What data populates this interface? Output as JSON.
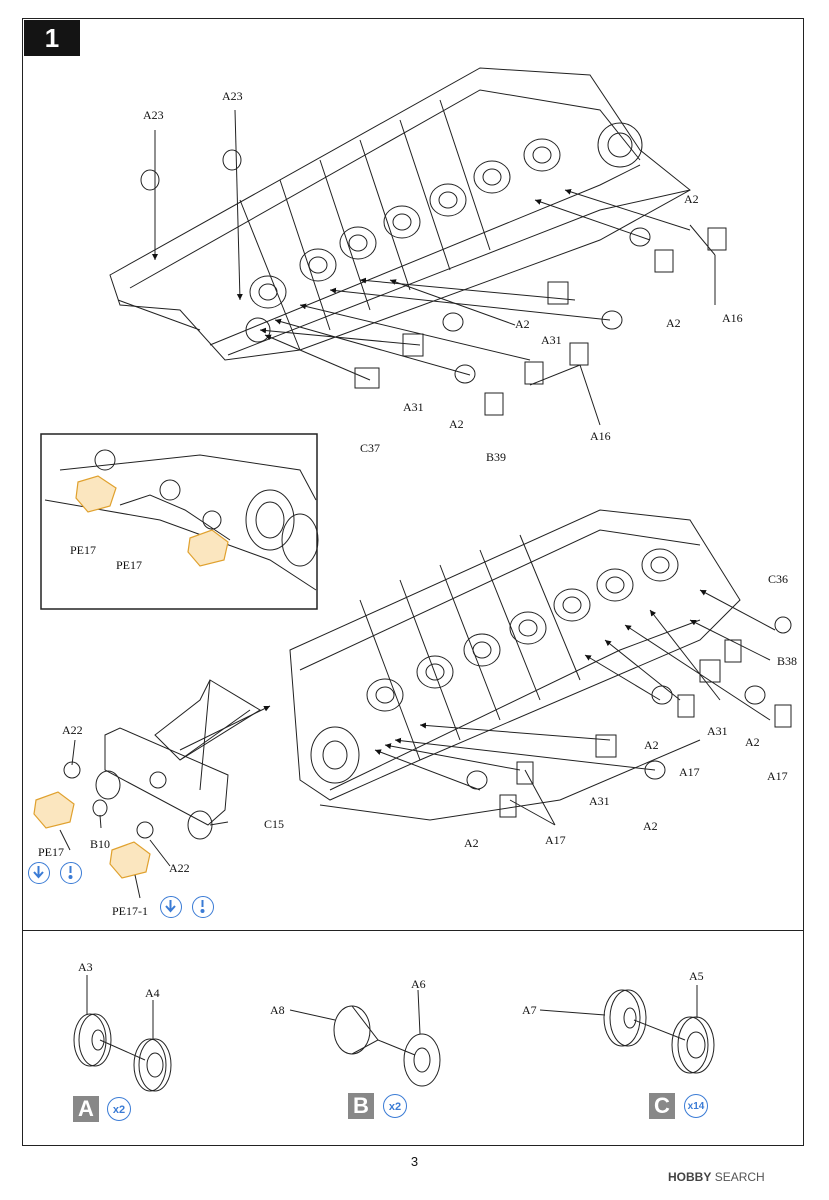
{
  "step": "1",
  "page_number": "3",
  "watermark": {
    "brand": "HOBBY",
    "suffix": "SEARCH"
  },
  "labels": {
    "a23_left": "A23",
    "a23_right": "A23",
    "a2_1": "A2",
    "a2_2": "A2",
    "a2_3": "A2",
    "a2_4": "A2",
    "a16_1": "A16",
    "a16_2": "A16",
    "a31_1": "A31",
    "a31_2": "A31",
    "c37": "C37",
    "b39": "B39",
    "pe17_inset_1": "PE17",
    "pe17_inset_2": "PE17",
    "c36": "C36",
    "b38": "B38",
    "a2_5": "A2",
    "a2_6": "A2",
    "a2_7": "A2",
    "a2_8": "A2",
    "a31_3": "A31",
    "a31_4": "A31",
    "a17_1": "A17",
    "a17_2": "A17",
    "a17_3": "A17",
    "a22_1": "A22",
    "a22_2": "A22",
    "pe17_main": "PE17",
    "pe17_1": "PE17-1",
    "b10": "B10",
    "c15": "C15"
  },
  "subassemblies": [
    {
      "badge": "A",
      "qty": "x2",
      "parts": [
        "A3",
        "A4"
      ]
    },
    {
      "badge": "B",
      "qty": "x2",
      "parts": [
        "A8",
        "A6"
      ]
    },
    {
      "badge": "C",
      "qty": "x14",
      "parts": [
        "A7",
        "A5"
      ]
    }
  ],
  "icons": [
    "fold-down-icon",
    "glue-icon"
  ]
}
